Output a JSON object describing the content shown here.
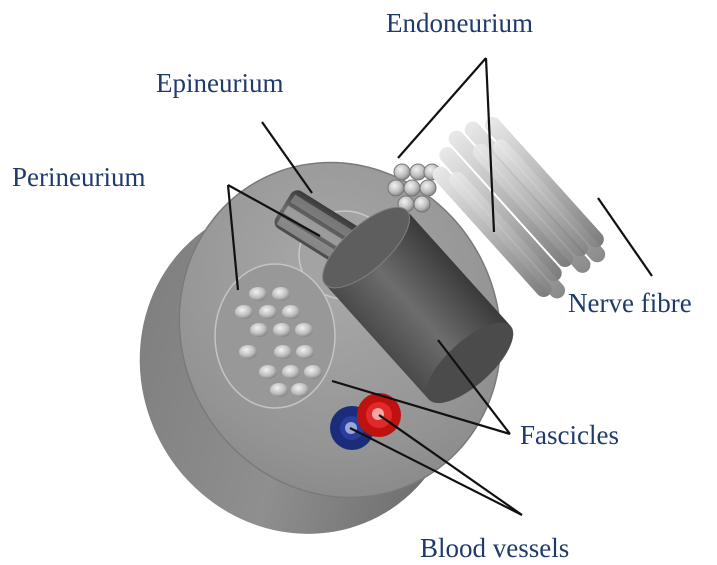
{
  "labels": {
    "endoneurium": "Endoneurium",
    "epineurium": "Epineurium",
    "perineurium": "Perineurium",
    "nerve_fibre": "Nerve fibre",
    "fascicles": "Fascicles",
    "blood_vessels": "Blood vessels"
  },
  "colors": {
    "label_text": "#1f3a6b",
    "leader_line": "#111111",
    "nerve_body": "#8a8a8a",
    "vessel_artery": "#cc1111",
    "vessel_vein": "#1b2c7a"
  }
}
